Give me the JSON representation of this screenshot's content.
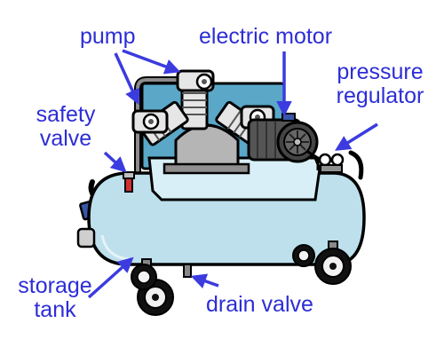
{
  "labels": {
    "pump": "pump",
    "electric_motor": "electric motor",
    "pressure_regulator_line1": "pressure",
    "pressure_regulator_line2": "regulator",
    "safety_valve_line1": "safety",
    "safety_valve_line2": "valve",
    "storage_tank_line1": "storage",
    "storage_tank_line2": "tank",
    "drain_valve": "drain valve"
  },
  "colors": {
    "label_text": "#2d2dd6",
    "arrow": "#3b3be0",
    "tank_fill": "#bde0ec",
    "panel_fill": "#5aa7c8",
    "metal_light": "#e6e6e6",
    "metal_mid": "#b5b5b5",
    "metal_dark": "#555555",
    "outline": "#000000",
    "valve_red": "#d23030",
    "handle_blue": "#3a56a8"
  },
  "icons": {
    "wheel": "wheel-icon",
    "motor_fan": "fan-icon"
  }
}
